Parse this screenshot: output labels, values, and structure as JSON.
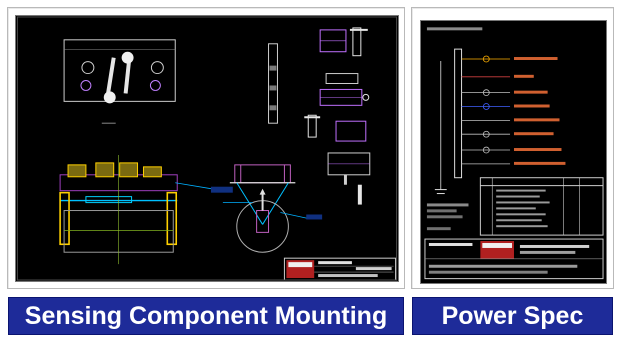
{
  "gallery": {
    "items": [
      {
        "caption": "Sensing Component Mounting",
        "thumb_icon": "cad-drawing-thumbnail"
      },
      {
        "caption": "Power Spec",
        "thumb_icon": "wiring-schematic-thumbnail"
      }
    ]
  },
  "colors": {
    "caption_bg": "#1e2b99",
    "caption_text": "#ffffff",
    "thumb_bg": "#000000",
    "cell_border": "#b9b9b9"
  }
}
